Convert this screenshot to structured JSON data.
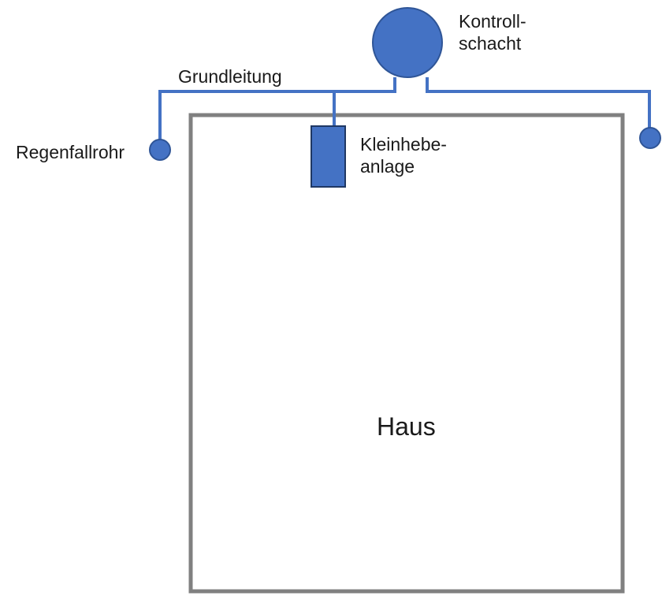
{
  "diagram": {
    "colors": {
      "pipe": "#4472c4",
      "pipe_stroke": "#2f5597",
      "house_wall": "#808080",
      "text": "#1a1a1a"
    },
    "labels": {
      "grundleitung": "Grundleitung",
      "kontrollschacht": [
        "Kontroll-",
        "schacht"
      ],
      "kleinhebeanlage": [
        "Kleinhebe-",
        "anlage"
      ],
      "regenfallrohr": "Regenfallrohr",
      "haus": "Haus"
    }
  }
}
